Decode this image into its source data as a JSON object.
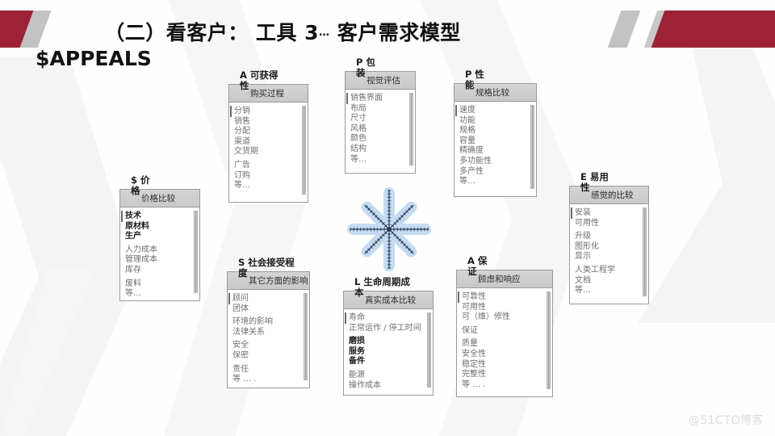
{
  "slide": {
    "title_line1": "（二）看客户： 工具 3",
    "title_ellipsis": "…",
    "title_line1_tail": "客户需求模型",
    "title_line2": "$APPEALS",
    "watermark": "@51CTO博客",
    "accent_red": "#9d2235",
    "accent_gray": "#c2c2c2",
    "header_fill": "#cfcfcf",
    "star_fill": "#c5dcf0",
    "star_stroke": "#2b3a55"
  },
  "boxes": [
    {
      "id": "price",
      "caption_top": "$ 价",
      "caption_bottom": "格",
      "header": "价格比较",
      "groups": [
        {
          "style": "bold",
          "items": [
            "技术",
            "原材料",
            "生产"
          ]
        },
        {
          "style": "dim",
          "items": [
            "人力成本",
            "管理成本",
            "库存"
          ]
        },
        {
          "style": "dim",
          "items": [
            "废料",
            "等…"
          ]
        }
      ]
    },
    {
      "id": "availability",
      "caption_top": "A 可获得",
      "caption_bottom": "性",
      "header": "购买过程",
      "groups": [
        {
          "style": "dim",
          "items": [
            "分销",
            "销售",
            "分配",
            "渠道",
            "交货期"
          ]
        },
        {
          "style": "dim",
          "items": [
            "广告",
            "订购",
            "等…"
          ]
        }
      ]
    },
    {
      "id": "packaging",
      "caption_top": "P 包",
      "caption_bottom": "装",
      "header": "视觉评估",
      "groups": [
        {
          "style": "dim",
          "items": [
            "销售界面",
            "布局",
            "尺寸",
            "风格",
            "颜色",
            "结构",
            "等…"
          ]
        }
      ]
    },
    {
      "id": "performance",
      "caption_top": "P 性",
      "caption_bottom": "能",
      "header": "规格比较",
      "groups": [
        {
          "style": "dim",
          "items": [
            "速度",
            "功能",
            "规格",
            "容量",
            "精确度",
            "多功能性",
            "多产性",
            "等…"
          ]
        }
      ]
    },
    {
      "id": "ease",
      "caption_top": "E 易用",
      "caption_bottom": "性",
      "header": "感觉的比较",
      "groups": [
        {
          "style": "dim",
          "items": [
            "安装",
            "可用性"
          ]
        },
        {
          "style": "dim",
          "items": [
            "升级",
            "图形化",
            "显示"
          ]
        },
        {
          "style": "dim",
          "items": [
            "人类工程学",
            "文档",
            "等…"
          ]
        }
      ]
    },
    {
      "id": "social",
      "caption_top": "S 社会接受程",
      "caption_bottom": "度",
      "header": "其它方面的影响",
      "groups": [
        {
          "style": "dim",
          "items": [
            "顾问",
            "团体"
          ]
        },
        {
          "style": "dim",
          "items": [
            "环境的影响",
            "法律关系"
          ]
        },
        {
          "style": "dim",
          "items": [
            "安全",
            "保密"
          ]
        },
        {
          "style": "dim",
          "items": [
            "责任",
            "等 … ."
          ]
        }
      ]
    },
    {
      "id": "lifecycle",
      "caption_top": "L 生命周期成",
      "caption_bottom": "本",
      "header": "真实成本比较",
      "groups": [
        {
          "style": "dim",
          "items": [
            "寿命",
            "正常运作 / 停工时间"
          ]
        },
        {
          "style": "bold",
          "items": [
            "磨损",
            "服务",
            "备件"
          ]
        },
        {
          "style": "dim",
          "items": [
            "能源",
            "操作成本"
          ]
        }
      ]
    },
    {
      "id": "assurance",
      "caption_top": "A 保",
      "caption_bottom": "证",
      "header": "顾虑和响应",
      "groups": [
        {
          "style": "dim",
          "items": [
            "可靠性",
            "可用性",
            "可（维）修性"
          ]
        },
        {
          "style": "dim",
          "items": [
            "保证"
          ]
        },
        {
          "style": "dim",
          "items": [
            "质量",
            "安全性",
            "稳定性",
            "完整性",
            "等 … ."
          ]
        }
      ]
    }
  ]
}
